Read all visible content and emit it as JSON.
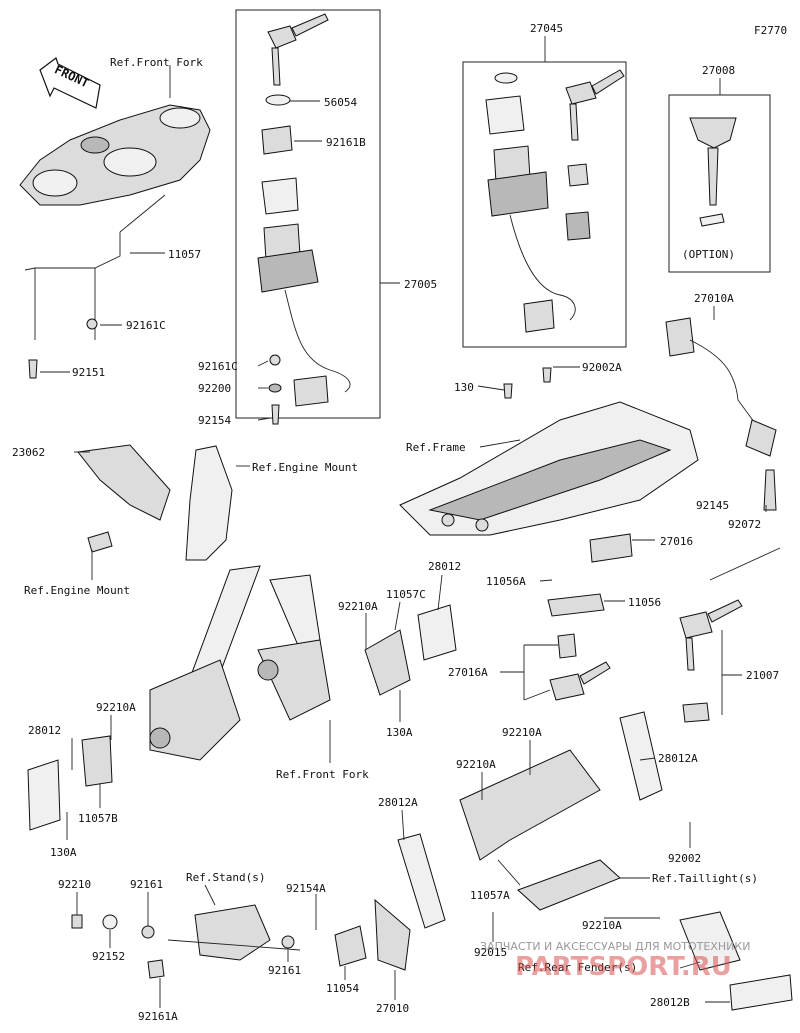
{
  "diagram_code": "F2770",
  "labels": {
    "ref_front_fork_top": "Ref.Front Fork",
    "front": "FRONT",
    "p11057": "11057",
    "p92161C_left": "92161C",
    "p92151": "92151",
    "p56054": "56054",
    "p92161B": "92161B",
    "p27005": "27005",
    "p92161C_center": "92161C",
    "p92200": "92200",
    "p92154": "92154",
    "p27045": "27045",
    "p27008": "27008",
    "option": "(OPTION)",
    "p23062": "23062",
    "ref_engine_mount_top": "Ref.Engine Mount",
    "ref_engine_mount_bottom": "Ref.Engine Mount",
    "p130": "130",
    "p92002A": "92002A",
    "ref_frame": "Ref.Frame",
    "p27010A": "27010A",
    "p92145": "92145",
    "p92072": "92072",
    "p27016": "27016",
    "p28012_top": "28012",
    "p92210A_fork": "92210A",
    "p11057C": "11057C",
    "p11056A": "11056A",
    "p11056": "11056",
    "p27016A": "27016A",
    "p21007": "21007",
    "p130A_center": "130A",
    "p92210A_left": "92210A",
    "p28012_left": "28012",
    "p11057B": "11057B",
    "p130A_left": "130A",
    "ref_front_fork_bottom": "Ref.Front Fork",
    "p92210A_right1": "92210A",
    "p28012A_right": "28012A",
    "p92210A_right2": "92210A",
    "p28012A_center": "28012A",
    "p92002": "92002",
    "p11057A": "11057A",
    "ref_taillights": "Ref.Taillight(s)",
    "p92210A_bottom": "92210A",
    "p92015": "92015",
    "ref_rear_fender": "Ref.Rear Fender(s)",
    "p28012B": "28012B",
    "p92210": "92210",
    "p92161_top": "92161",
    "ref_stands": "Ref.Stand(s)",
    "p92154A": "92154A",
    "p92152": "92152",
    "p92161_bottom": "92161",
    "p11054": "11054",
    "p27010": "27010",
    "p92161A": "92161A"
  },
  "watermark": {
    "line1": "ЗАПЧАСТИ И АКСЕССУАРЫ ДЛЯ МОТОТЕХНИКИ",
    "line2": "PARTSPORT.RU"
  }
}
